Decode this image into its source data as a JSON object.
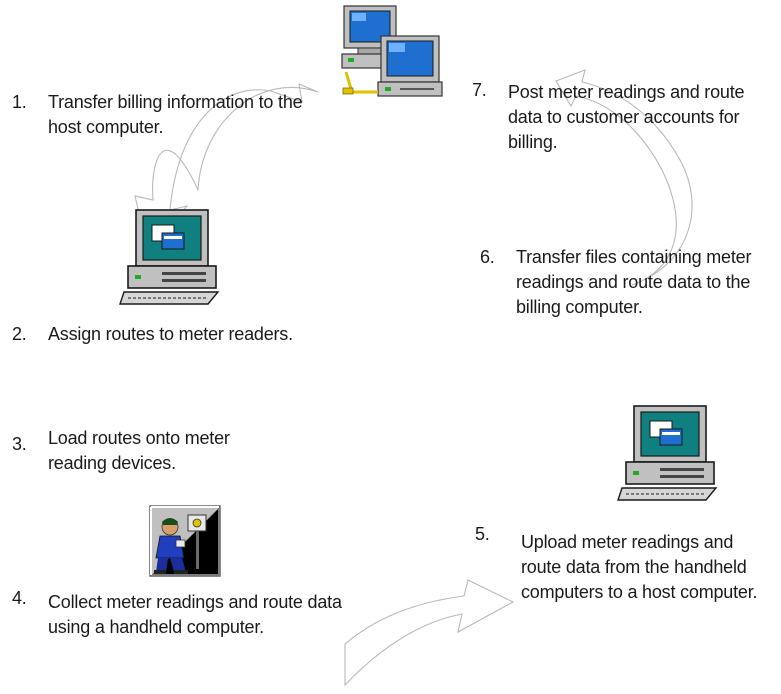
{
  "steps": [
    {
      "number": "1.",
      "text": "Transfer billing information to the host computer."
    },
    {
      "number": "2.",
      "text": "Assign routes to meter readers."
    },
    {
      "number": "3.",
      "text": "Load routes onto meter reading devices."
    },
    {
      "number": "4.",
      "text": "Collect meter readings and route data using a handheld computer."
    },
    {
      "number": "5.",
      "text": "Upload meter readings and route data from the handheld computers to a host computer."
    },
    {
      "number": "6.",
      "text": "Transfer files containing meter readings and route data to the billing computer."
    },
    {
      "number": "7.",
      "text": "Post meter readings and route data to customer accounts for billing."
    }
  ],
  "icons": {
    "network": "networked-computers-icon",
    "desktop": "desktop-computer-icon",
    "reader": "meter-reader-icon"
  },
  "colors": {
    "screen_blue": "#1e6fd0",
    "screen_teal": "#0f7f80",
    "case_grey": "#c0c0c0",
    "reader_shirt": "#1f3fbf",
    "reader_pants": "#1a2e9c",
    "led_green": "#22aa22"
  }
}
